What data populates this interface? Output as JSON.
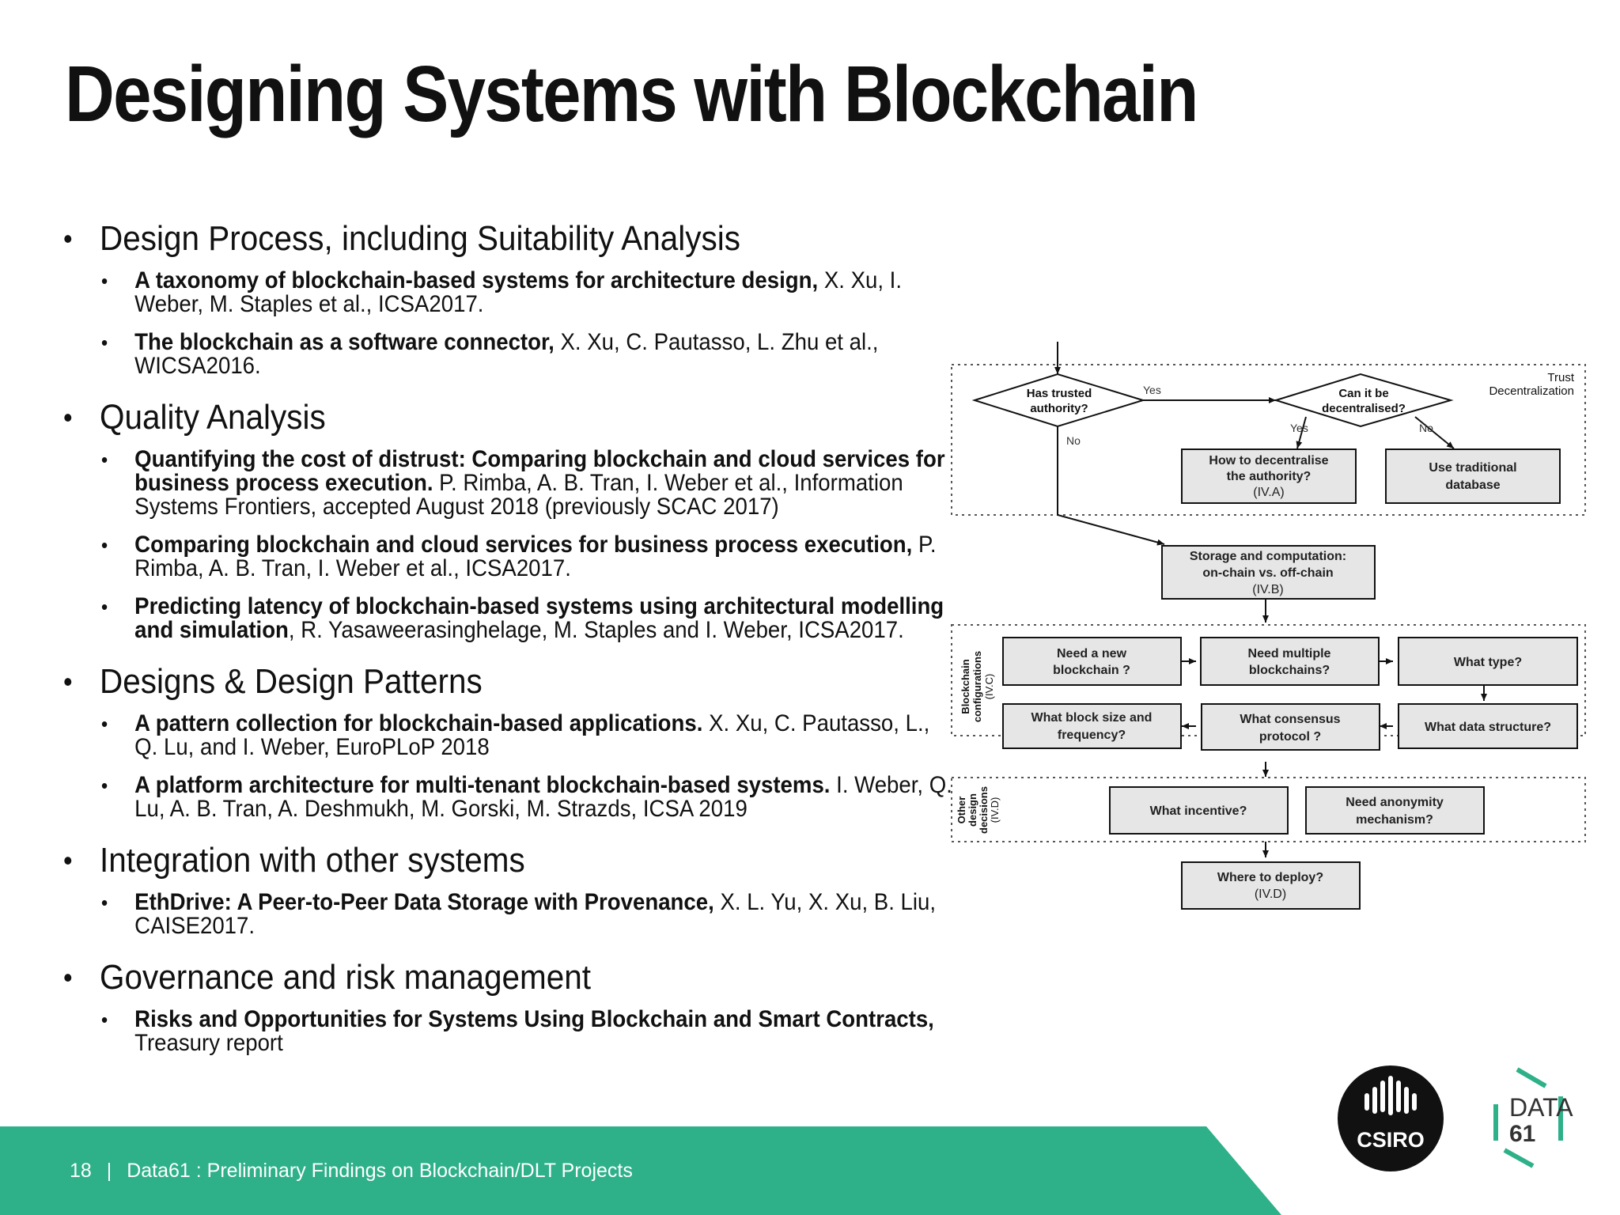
{
  "title": "Designing Systems with Blockchain",
  "sections": [
    {
      "heading": "Design Process, including Suitability Analysis",
      "refs": [
        {
          "bold": "A taxonomy of blockchain-based systems for architecture design,",
          "rest": " X. Xu, I. Weber, M. Staples et al., ICSA2017."
        },
        {
          "bold": "The blockchain as a software connector,",
          "rest": " X. Xu, C. Pautasso, L. Zhu et al., WICSA2016."
        }
      ]
    },
    {
      "heading": "Quality Analysis",
      "refs": [
        {
          "bold": "Quantifying the cost of distrust: Comparing blockchain and cloud services for business process execution.",
          "rest": " P. Rimba, A. B. Tran, I. Weber et al., Information Systems Frontiers, accepted August 2018 (previously SCAC 2017)"
        },
        {
          "bold": "Comparing blockchain and cloud services for business process execution,",
          "rest": " P. Rimba, A. B. Tran, I. Weber et al., ICSA2017."
        },
        {
          "bold": "Predicting latency of blockchain-based systems using architectural modelling and simulation",
          "rest": ", R. Yasaweerasinghelage, M. Staples and I. Weber, ICSA2017."
        }
      ]
    },
    {
      "heading": "Designs & Design Patterns",
      "refs": [
        {
          "bold": "A pattern collection for blockchain-based applications.",
          "rest": " X. Xu, C. Pautasso, L., Q. Lu, and I. Weber, EuroPLoP 2018"
        },
        {
          "bold": "A platform architecture for multi-tenant blockchain-based systems.",
          "rest": " I. Weber, Q. Lu, A. B. Tran, A. Deshmukh, M. Gorski, M. Strazds, ICSA 2019"
        }
      ]
    },
    {
      "heading": "Integration with other systems",
      "refs": [
        {
          "bold": "EthDrive: A Peer-to-Peer Data Storage with Provenance,",
          "rest": " X. L. Yu, X. Xu, B. Liu, CAISE2017."
        }
      ]
    },
    {
      "heading": "Governance and risk management",
      "refs": [
        {
          "bold": "Risks and Opportunities for Systems Using Blockchain and Smart Contracts,",
          "rest": " Treasury report"
        }
      ]
    }
  ],
  "diagram": {
    "trust_label": [
      "Trust",
      "Decentralization"
    ],
    "has_trusted": [
      "Has trusted",
      "authority?"
    ],
    "can_decentralise": [
      "Can it be",
      "decentralised?"
    ],
    "yes1": "Yes",
    "yes2": "Yes",
    "no1": "No",
    "no2": "No",
    "how_decentralise": [
      "How to decentralise",
      "the authority?",
      "(IV.A)"
    ],
    "use_traditional": [
      "Use traditional",
      "database"
    ],
    "storage": [
      "Storage and computation:",
      "on-chain vs. off-chain",
      "(IV.B)"
    ],
    "config_label": [
      "Blockchain",
      "configurations",
      "(IV.C)"
    ],
    "need_new": [
      "Need a new",
      "blockchain ?"
    ],
    "need_multiple": [
      "Need multiple",
      "blockchains?"
    ],
    "what_type": "What type?",
    "block_size": [
      "What block size and",
      "frequency?"
    ],
    "consensus": [
      "What consensus",
      "protocol ?"
    ],
    "data_structure": "What data structure?",
    "other_label": [
      "Other",
      "design",
      "decisions",
      "(IV.D)"
    ],
    "incentive": "What incentive?",
    "anonymity": [
      "Need anonymity",
      "mechanism?"
    ],
    "deploy": [
      "Where to deploy?",
      "(IV.D)"
    ]
  },
  "footer": {
    "page": "18",
    "separator": "|",
    "text": "Data61 : Preliminary Findings on Blockchain/DLT Projects"
  },
  "logos": {
    "csiro": "CSIRO",
    "data61_top": "DATA",
    "data61_bottom": "61"
  },
  "colors": {
    "footer_green": "#2eb089",
    "box_fill": "#e6e6e6",
    "data61_green": "#2eb089"
  }
}
